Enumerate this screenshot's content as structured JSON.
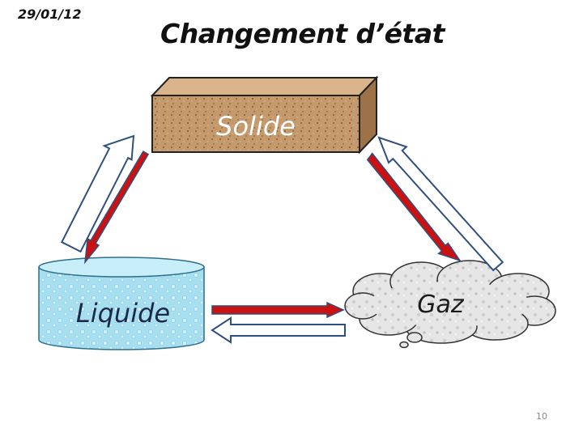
{
  "slide": {
    "date": "29/01/12",
    "title": "Changement d’état",
    "page_number": "10"
  },
  "states": {
    "solid": "Solide",
    "liquid": "Liquide",
    "gas": "Gaz"
  },
  "colors": {
    "solid_fill": "#c49a6c",
    "liquid_fill": "#a8dff0",
    "gas_fill": "#e2e2e2",
    "red_arrow": "#cc1111",
    "outline_arrow": "#2f4f7f"
  }
}
